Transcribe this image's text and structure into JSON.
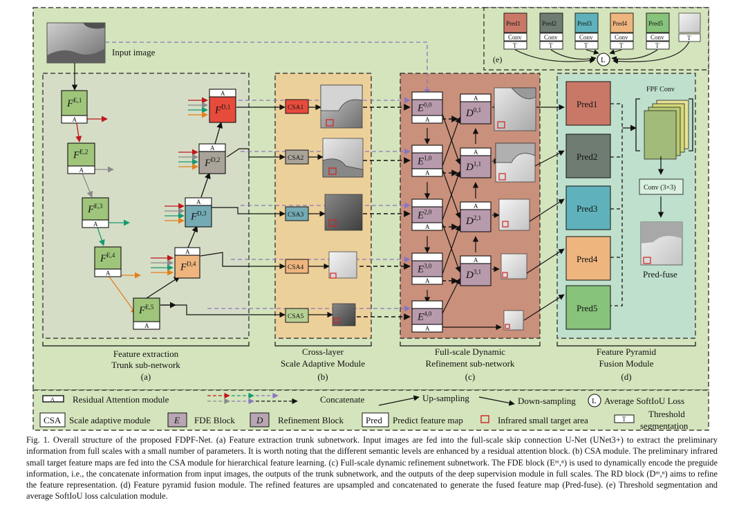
{
  "input": {
    "label": "Input image"
  },
  "trunk": {
    "encoders": [
      {
        "sup": "E,1"
      },
      {
        "sup": "E,2"
      },
      {
        "sup": "E,3"
      },
      {
        "sup": "E,4"
      },
      {
        "sup": "E,5"
      }
    ],
    "decoders": [
      {
        "sup": "D,1"
      },
      {
        "sup": "D,2"
      },
      {
        "sup": "D,3"
      },
      {
        "sup": "D,4"
      }
    ],
    "symbol": "F",
    "attention_mark": "A",
    "title_line1": "Feature extraction",
    "title_line2": "Trunk sub-network",
    "tag": "(a)"
  },
  "csa": {
    "blocks": [
      "CSA1",
      "CSA2",
      "CSA3",
      "CSA4",
      "CSA5"
    ],
    "title_line1": "Cross-layer",
    "title_line2": "Scale Adaptive Module",
    "tag": "(b)"
  },
  "refine": {
    "fde": [
      {
        "sup": "0,0"
      },
      {
        "sup": "1,0"
      },
      {
        "sup": "2,0"
      },
      {
        "sup": "3,0"
      },
      {
        "sup": "4,0"
      }
    ],
    "rd": [
      {
        "sup": "0,1"
      },
      {
        "sup": "1,1"
      },
      {
        "sup": "2,1"
      },
      {
        "sup": "3,1"
      }
    ],
    "e_symbol": "E",
    "d_symbol": "D",
    "title_line1": "Full-scale Dynamic",
    "title_line2": "Refinement sub-network",
    "tag": "(c)"
  },
  "fusion": {
    "preds": [
      "Pred1",
      "Pred2",
      "Pred3",
      "Pred4",
      "Pred5"
    ],
    "fpf_label": "FPF Conv",
    "conv_label": "Conv (3×3)",
    "fuse_label": "Pred-fuse",
    "title_line1": "Feature Pyramid",
    "title_line2": "Fusion Module",
    "tag": "(d)"
  },
  "loss": {
    "preds": [
      "Pred1",
      "Pred2",
      "Pred3",
      "Pred4",
      "Pred5"
    ],
    "conv": "Conv",
    "t": "T",
    "l": "L",
    "tag": "(e)"
  },
  "legend": {
    "residual_attention": "Residual Attention module",
    "concatenate": "Concatenate",
    "upsampling": "Up-sampling",
    "downsampling": "Down-sampling",
    "loss": "Average SoftIoU Loss",
    "csa_box": "CSA",
    "scale_adaptive": "Scale adaptive module",
    "e_box": "E",
    "fde": "FDE Block",
    "d_box": "D",
    "refinement": "Refinement Block",
    "pred_box": "Pred",
    "predict_map": "Predict feature map",
    "target_area": "Infrared small target area",
    "t_box": "T",
    "threshold_line1": "Threshold",
    "threshold_line2": "segmentation"
  },
  "colors": {
    "background": "#d4e4bc",
    "trunk_panel": "#d6ddc6",
    "csa_panel": "#ecd09a",
    "refine_panel": "#c9907b",
    "fusion_panel": "#bfe0cc",
    "encoder": "#9fc57b",
    "decoder_node": "#b88ba0",
    "csa": [
      "#e74b3c",
      "#aaa39a",
      "#74aab4",
      "#eeb57f",
      "#b6cf93"
    ],
    "pred": [
      "#c97867",
      "#6e7c72",
      "#5fb2bc",
      "#eeb57f",
      "#87c37a"
    ]
  },
  "caption": "Fig. 1.   Overall structure of the proposed FDPF-Net. (a) Feature extraction trunk subnetwork. Input images are fed into the full-scale skip connection U-Net (UNet3+) to extract the preliminary information from full scales with a small number of parameters. It is worth noting that the different semantic levels are enhanced by a residual attention block. (b) CSA module. The preliminary infrared small target feature maps are fed into the CSA module for hierarchical feature learning. (c) Full-scale dynamic refinement subnetwork. The FDE block (Eᵐ,ⁿ) is used to dynamically encode the preguide information, i.e., the concatenate information from input images, the outputs of the trunk subnetwork, and the outputs of the deep supervision module in full scales. The RD block (Dᵐ,ⁿ) aims to refine the feature representation. (d) Feature pyramid fusion module. The refined features are upsampled and concatenated to generate the fused feature map (Pred-fuse). (e) Threshold segmentation and average SoftIoU loss calculation module."
}
